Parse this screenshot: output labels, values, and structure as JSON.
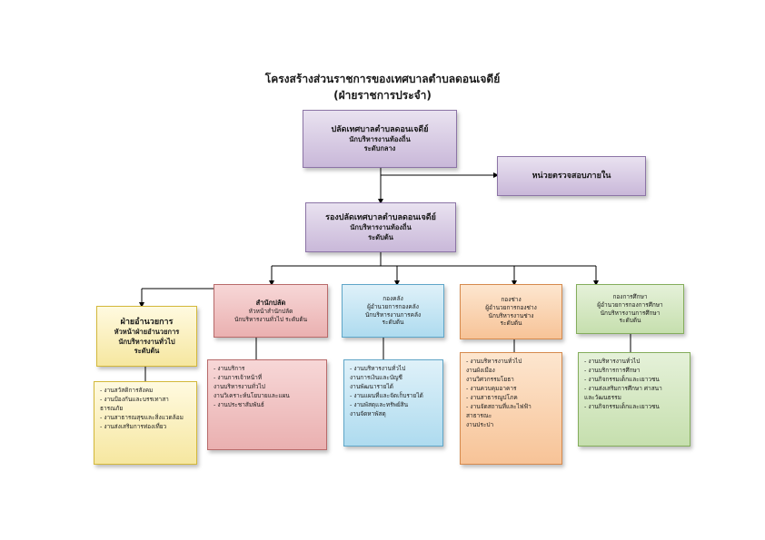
{
  "title": {
    "line1": "โครงสร้างส่วนราชการของเทศบาลตำบลดอนเจดีย์",
    "line2": "(ฝ่ายราชการประจำ)"
  },
  "top": {
    "name": "ปลัดเทศบาลตำบลดอนเจดีย์",
    "position": "นักบริหารงานท้องถิ่น",
    "level": "ระดับกลาง"
  },
  "audit": {
    "name": "หน่วยตรวจสอบภายใน"
  },
  "deputy": {
    "name": "รองปลัดเทศบาลตำบลดอนเจดีย์",
    "position": "นักบริหารงานท้องถิ่น",
    "level": "ระดับต้น"
  },
  "admin": {
    "head1": "ฝ่ายอำนวยการ",
    "head2": "หัวหน้าฝ่ายอำนวยการ",
    "head3": "นักบริหารงานทั่วไป",
    "head4": "ระดับต้น",
    "items": [
      "- งานสวัสดิการสังคม",
      "- งานป้องกันและบรรเทาสา",
      "ธารณภัย",
      "- งานสาธารณสุขและสิ่งแวดล้อม",
      "- งานส่งเสริมการท่องเที่ยว"
    ]
  },
  "divisions": [
    {
      "key": "office",
      "head1": "สำนักปลัด",
      "head2": "หัวหน้าสำนักปลัด",
      "head3": "นักบริหารงานทั่วไป  ระดับต้น",
      "head4": "",
      "items": [
        "- งานบริการ",
        "- งานการเจ้าหน้าที่",
        "  งานบริหารงานทั่วไป",
        "  งานวิเคราะห์นโยบายและแผน",
        "- งานประชาสัมพันธ์"
      ]
    },
    {
      "key": "finance",
      "head1": "กองคลัง",
      "head2": "ผู้อำนวยการกองคลัง",
      "head3": "นักบริหารงานการคลัง",
      "head4": "ระดับต้น",
      "items": [
        "- งานบริหารงานทั่วไป",
        "  งานการเงินและบัญชี",
        "  งานพัฒนารายได้",
        "- งานแผนที่และจัดเก็บรายได้",
        "- งานพัสดุและทรัพย์สิน",
        "  งานจัดหาพัสดุ"
      ]
    },
    {
      "key": "engineering",
      "head1": "กองช่าง",
      "head2": "ผู้อำนวยการกองช่าง",
      "head3": "นักบริหารงานช่าง",
      "head4": "ระดับต้น",
      "items": [
        "- งานบริหารงานทั่วไป",
        "  งานผังเมือง",
        "  งานวิศวกรรมโยธา",
        "- งานควบคุมอาคาร",
        "- งานสาธารณูปโภค",
        "- งานจัดสถานที่และไฟฟ้า",
        "  สาธารณะ",
        "  งานประปา"
      ]
    },
    {
      "key": "education",
      "head1": "กองการศึกษา",
      "head2": "ผู้อำนวยการกองการศึกษา",
      "head3": "นักบริหารงานการศึกษา",
      "head4": "ระดับต้น",
      "items": [
        "- งานบริหารงานทั่วไป",
        "- งานบริการการศึกษา",
        "- งานกิจกรรมเด็กและเยาวชน",
        "- งานส่งเสริมการศึกษา ศาสนา",
        "  และวัฒนธรรม",
        "- งานกิจกรรมเด็กและเยาวชน"
      ]
    }
  ],
  "colors": {
    "line": "#000000",
    "purple": "#c9b8d9",
    "pink": "#eab0b0",
    "blue": "#aedbef",
    "orange": "#f7c397",
    "green": "#c6dfae",
    "yellow": "#f6e7a0"
  }
}
